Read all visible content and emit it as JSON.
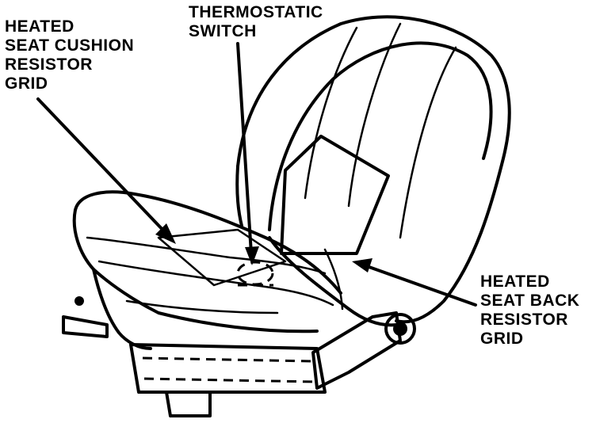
{
  "labels": {
    "cushion": [
      "HEATED",
      "SEAT CUSHION",
      "RESISTOR",
      "GRID"
    ],
    "thermostatic": [
      "THERMOSTATIC",
      "SWITCH"
    ],
    "back": [
      "HEATED",
      "SEAT BACK",
      "RESISTOR",
      "GRID"
    ]
  },
  "colors": {
    "ink": "#000000",
    "paper": "#ffffff"
  }
}
